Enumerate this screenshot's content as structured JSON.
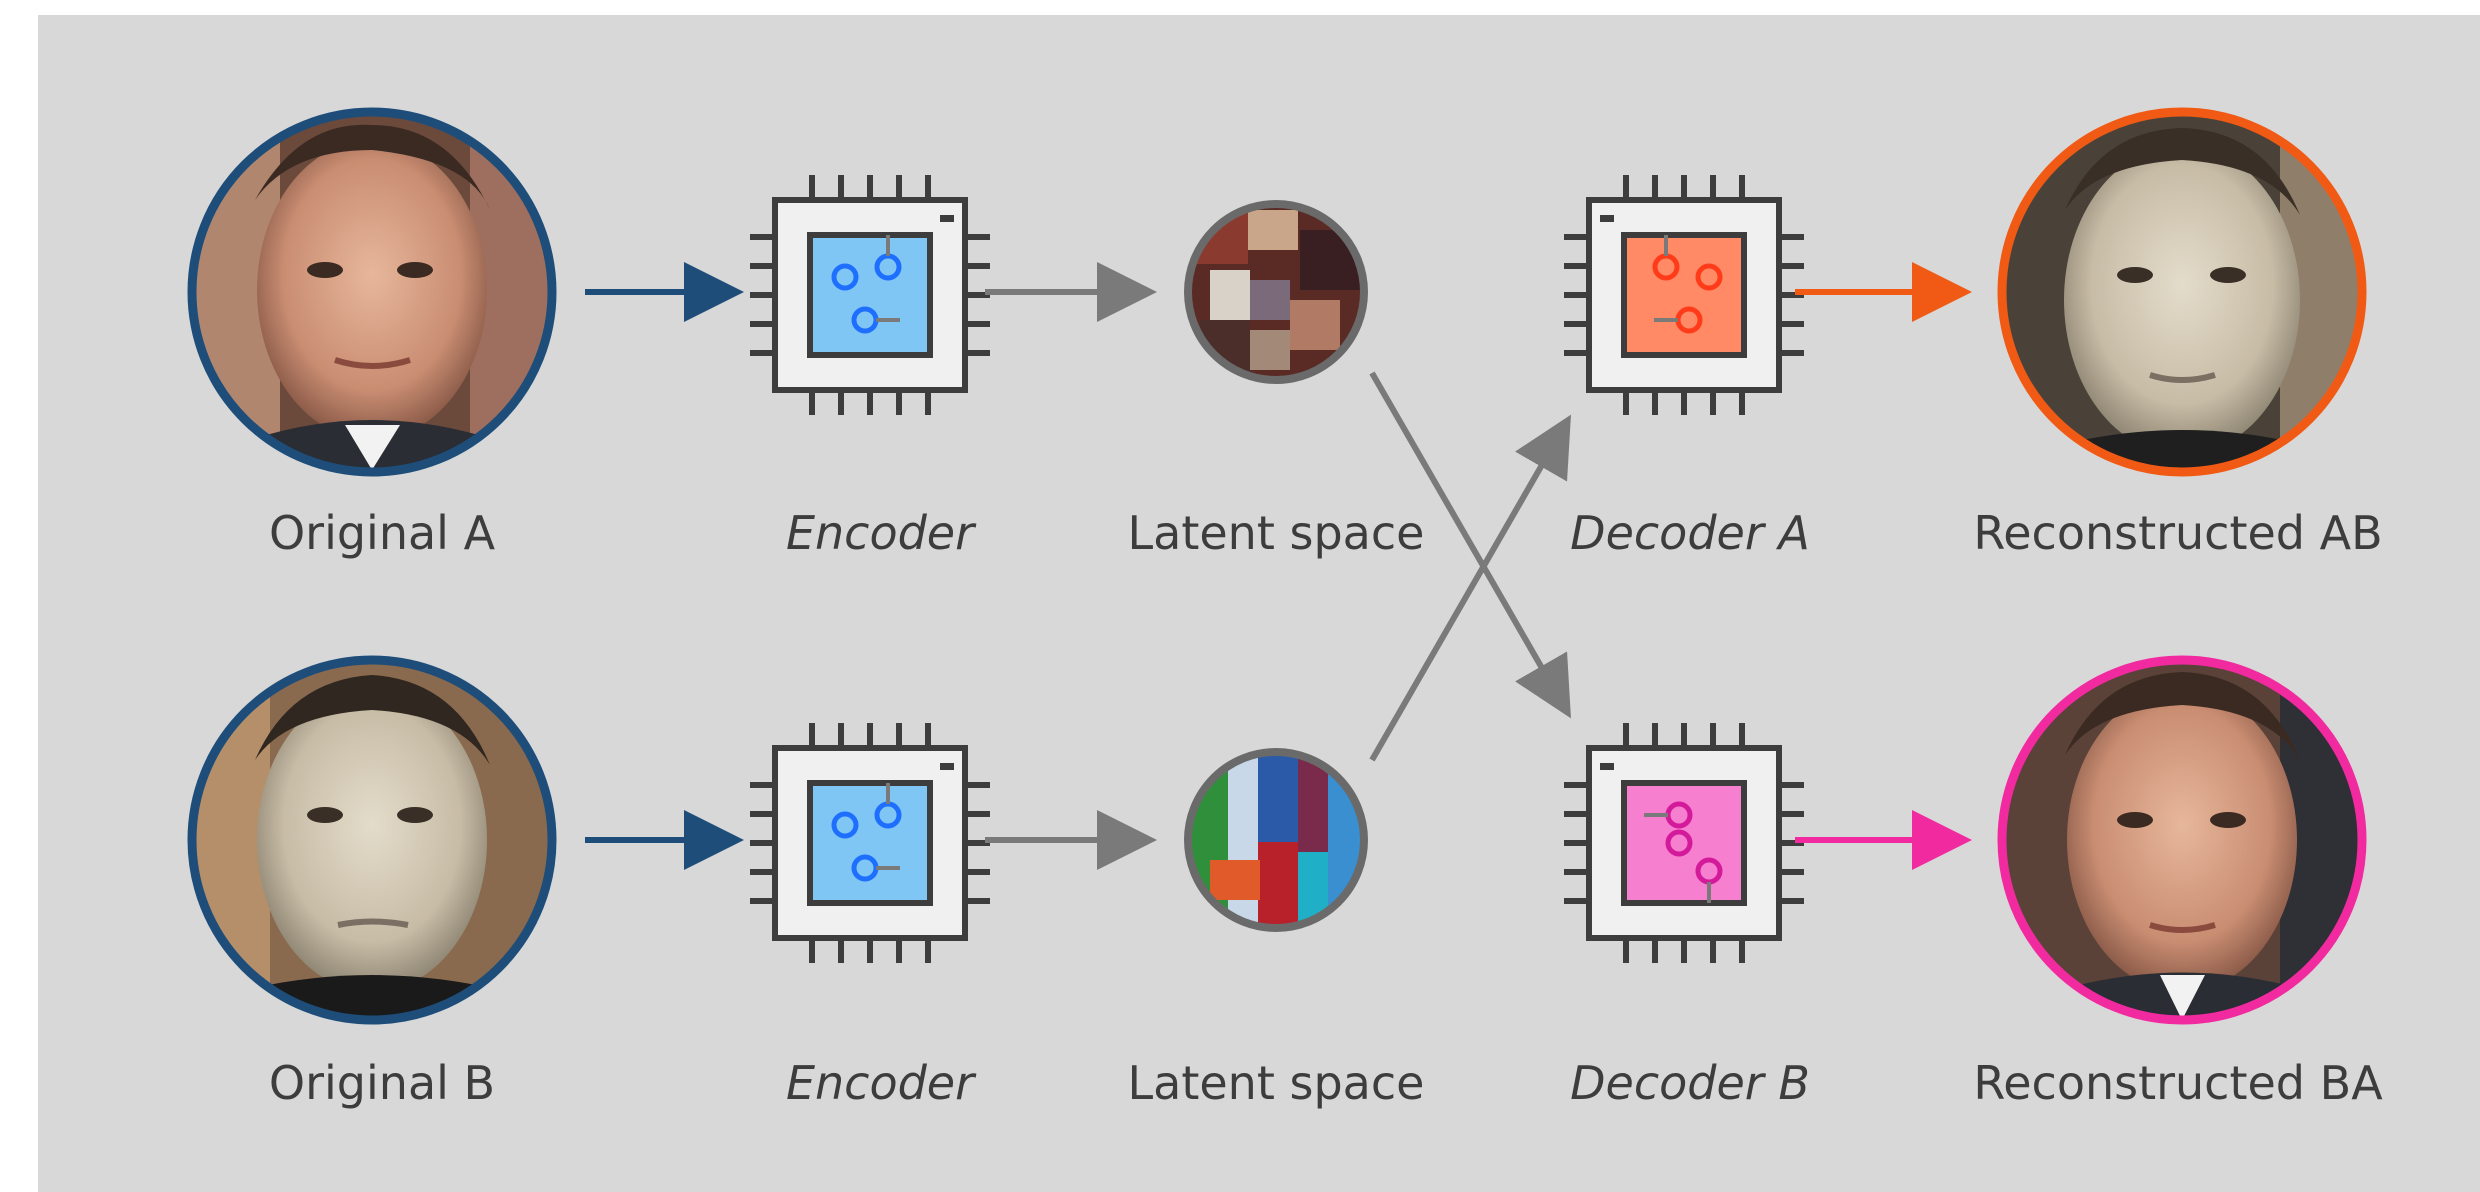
{
  "labels": {
    "original_a": "Original A",
    "encoder_top": "Encoder",
    "latent_top": "Latent space",
    "decoder_a": "Decoder A",
    "reconstructed_ab": "Reconstructed AB",
    "original_b": "Original B",
    "encoder_bottom": "Encoder",
    "latent_bottom": "Latent space",
    "decoder_b": "Decoder B",
    "reconstructed_ba": "Reconstructed BA"
  },
  "colors": {
    "background": "#d8d8d8",
    "original_ring": "#1e4d7a",
    "encoder_arrow": "#1e4d7a",
    "latent_arrow": "#7a7a7a",
    "decoder_a_fill": "#ff8a65",
    "decoder_a_arrow": "#f05a14",
    "decoder_b_fill": "#f77fd0",
    "decoder_b_arrow": "#f22aa0",
    "encoder_fill": "#7fc6f5",
    "encoder_circuit": "#1f6fff",
    "reconstructed_ab_ring": "#f05a14",
    "reconstructed_ba_ring": "#f22aa0"
  },
  "icons": {
    "encoder": "chip-icon",
    "decoder": "chip-icon",
    "face": "face-photo",
    "latent": "latent-texture"
  }
}
